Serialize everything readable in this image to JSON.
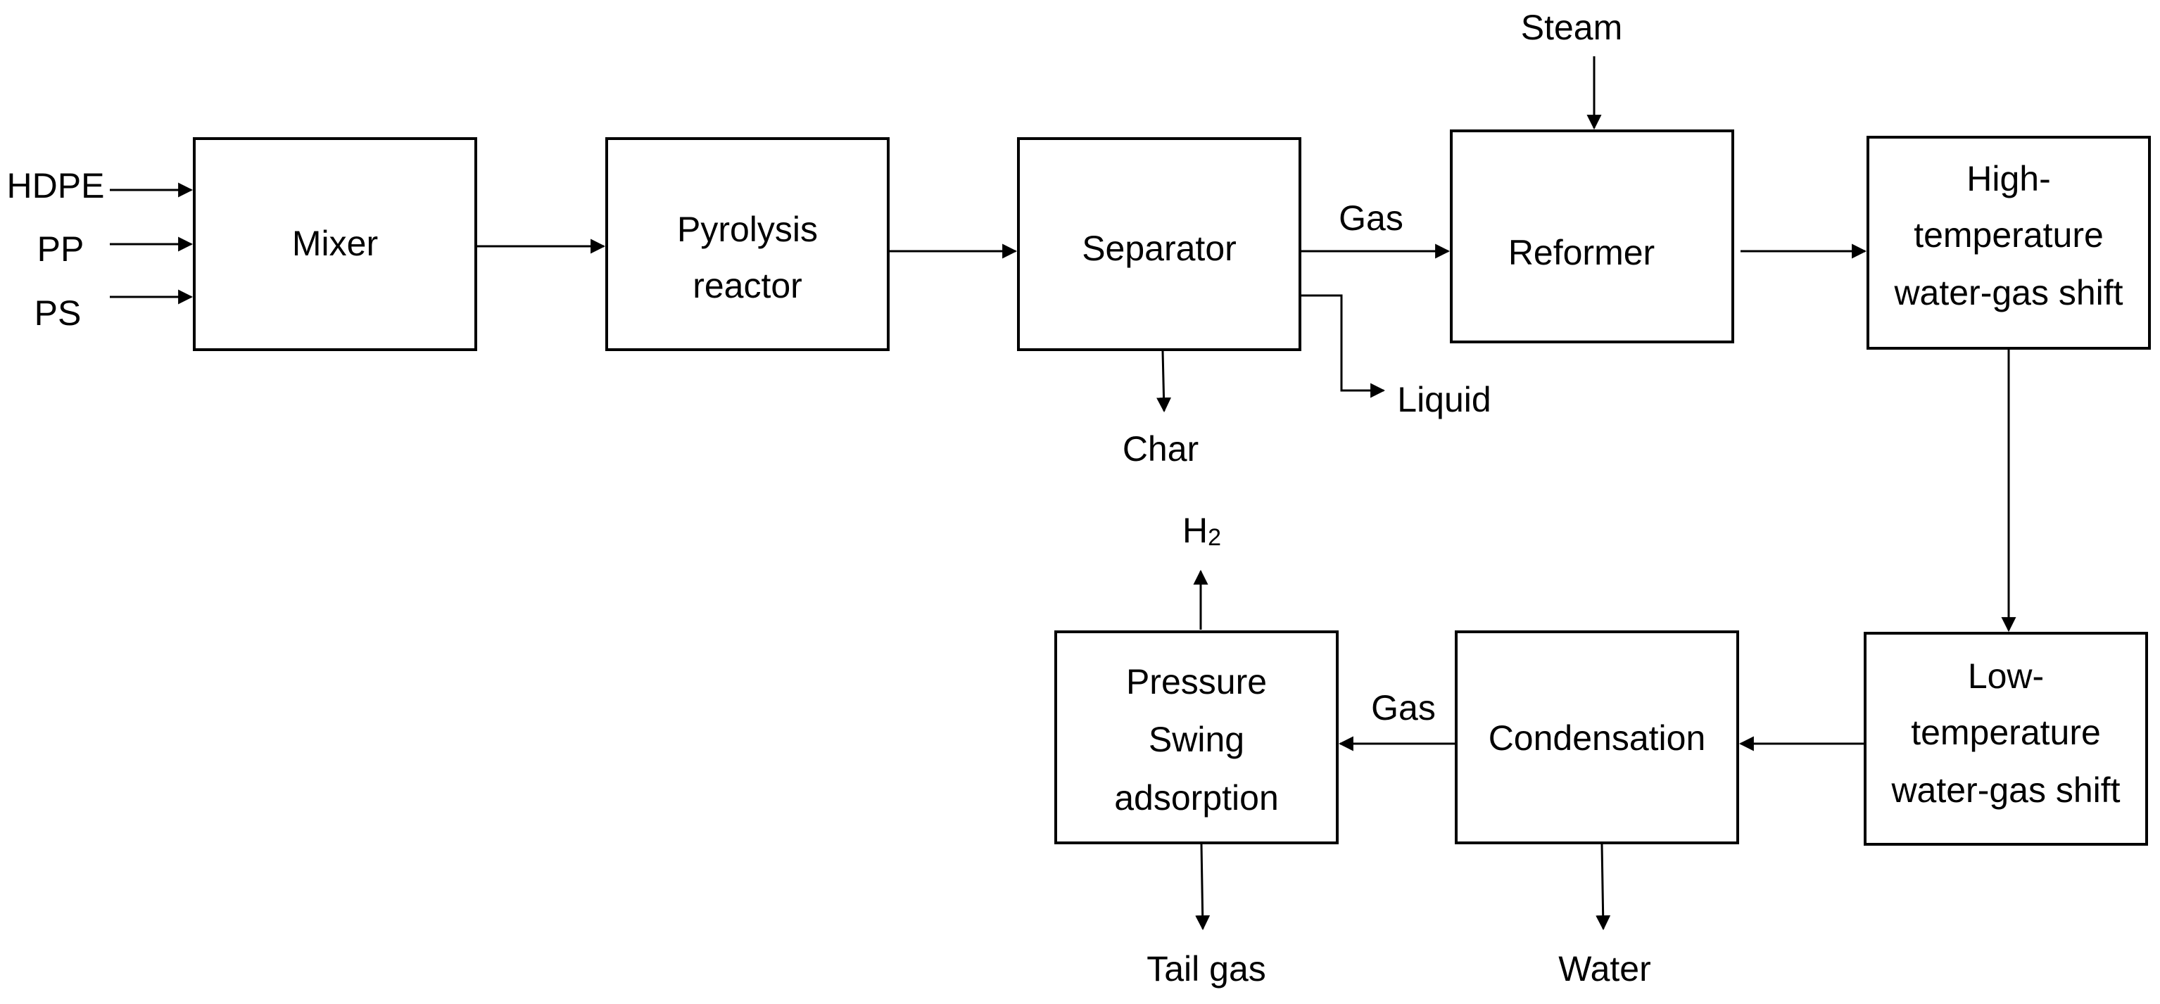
{
  "units": {
    "mixer": [
      "Mixer"
    ],
    "pyrolysis_reactor": [
      "Pyrolysis",
      "reactor"
    ],
    "separator": [
      "Separator"
    ],
    "reformer": [
      "Reformer"
    ],
    "htws": [
      "High-",
      "temperature",
      "water-gas shift"
    ],
    "ltws": [
      "Low-",
      "temperature",
      "water-gas shift"
    ],
    "condensation": [
      "Condensation"
    ],
    "psa": [
      "Pressure",
      "Swing",
      "adsorption"
    ]
  },
  "streams": {
    "feed_hdpe": "HDPE",
    "feed_pp": "PP",
    "feed_ps": "PS",
    "steam": "Steam",
    "separator_gas": "Gas",
    "liquid": "Liquid",
    "char": "Char",
    "condensation_gas": "Gas",
    "h2_main": "H",
    "h2_sub": "2",
    "tail_gas": "Tail gas",
    "water": "Water"
  },
  "colors": {
    "stroke": "#000000",
    "text": "#000000",
    "background": "#ffffff"
  }
}
